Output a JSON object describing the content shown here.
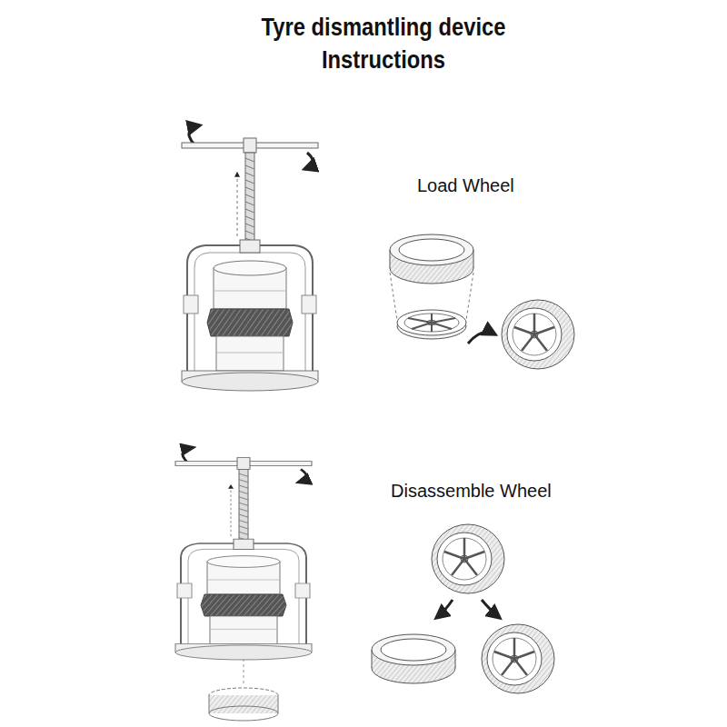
{
  "diagram": {
    "title": "Tyre dismantling device Instructions",
    "labels": [
      "Load Wheel",
      "Disassemble Wheel"
    ]
  }
}
